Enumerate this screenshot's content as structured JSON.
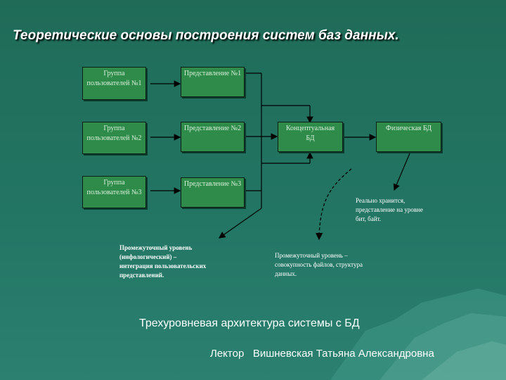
{
  "title": "Теоретические основы построения систем баз данных.",
  "boxes": {
    "group1": "Группа пользователей №1",
    "group2": "Группа пользователей №2",
    "group3": "Группа пользователей №3",
    "view1": "Представление №1",
    "view2": "Представление №2",
    "view3": "Представление №3",
    "conceptual": "Концептуальная БД",
    "physical": "Физическая БД"
  },
  "notes": {
    "intermediate_level": "Промежуточный уровень (инфологический) – интеграция пользовательских представлений.",
    "file_level": "Промежуточный уровень – совокупность файлов, структура данных.",
    "bit_level": "Реально хранится, представление на уровне бит, байт."
  },
  "footer": {
    "subtitle": "Трехуровневая архитектура системы с БД",
    "lecturer_label": "Лектор",
    "lecturer_name": "Вишневская Татьяна Александровна"
  }
}
